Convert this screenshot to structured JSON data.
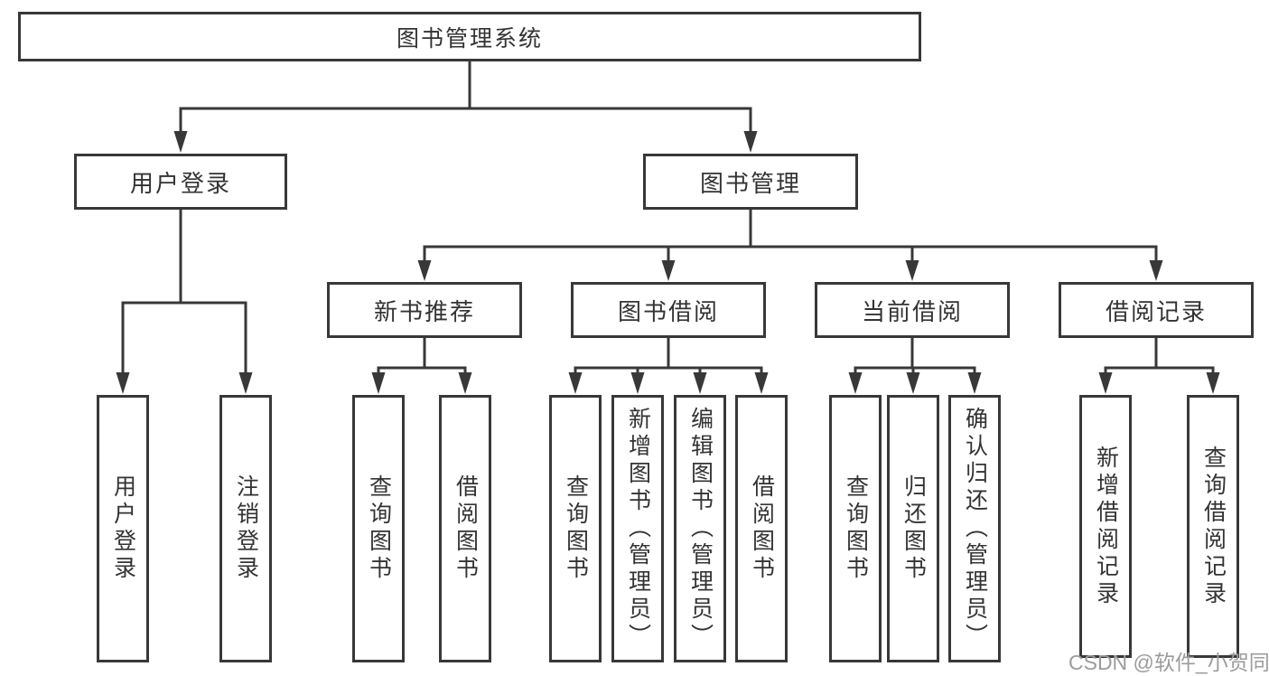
{
  "tree": {
    "root": "图书管理系统",
    "level2": {
      "user_login": "用户登录",
      "book_management": "图书管理"
    },
    "level3": {
      "new_book_recommend": "新书推荐",
      "book_borrowing": "图书借阅",
      "current_borrowing": "当前借阅",
      "borrowing_records": "借阅记录"
    },
    "leaves": {
      "user_login": "用户登录",
      "logout": "注销登录",
      "recommend_query_book": "查询图书",
      "recommend_borrow_book": "借阅图书",
      "borrowing_query_book": "查询图书",
      "add_book_admin": "新增图书（管理员）",
      "edit_book_admin": "编辑图书（管理员）",
      "borrowing_borrow_book": "借阅图书",
      "current_query_book": "查询图书",
      "return_book": "归还图书",
      "confirm_return_admin": "确认归还（管理员）",
      "add_borrow_record": "新增借阅记录",
      "query_borrow_record": "查询借阅记录"
    }
  },
  "watermark": "CSDN @软件_小贺同学",
  "colors": {
    "line": "#383838",
    "box_border": "#383838",
    "text": "#333333",
    "watermark": "#9c9c9c",
    "background": "#ffffff"
  }
}
